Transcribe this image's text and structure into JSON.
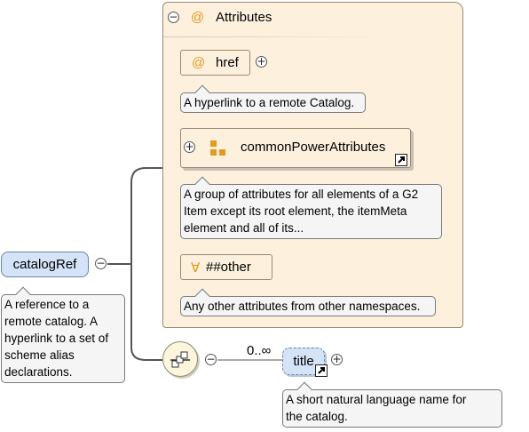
{
  "root": {
    "label": "catalogRef",
    "annotation": "A reference to a remote catalog. A hyperlink to a set of scheme alias declarations.",
    "annotation_lines": [
      "A reference to a",
      "remote catalog. A",
      "hyperlink to a set of",
      "scheme alias",
      "declarations."
    ]
  },
  "attributes": {
    "header": "Attributes",
    "href": {
      "label": "href",
      "annotation": "A hyperlink to a remote Catalog."
    },
    "commonPowerAttributes": {
      "label": "commonPowerAttributes",
      "annotation_lines": [
        "A group of attributes for all elements of a G2",
        "Item except its root element, the itemMeta",
        "element and all of its..."
      ]
    },
    "other": {
      "label": "##other",
      "prefix": "∀",
      "annotation": "Any other attributes from other namespaces."
    }
  },
  "sequence": {
    "cardinality": "0..∞",
    "child": {
      "label": "title",
      "annotation_lines": [
        "A short natural language name for",
        "the catalog."
      ]
    }
  },
  "icons": {
    "attribute_symbol": "@",
    "collapse": "−",
    "expand": "+",
    "shortcut": "↗"
  },
  "colors": {
    "attribute_fill": "#fdf1de",
    "element_fill": "#d4e3f7",
    "annotation_fill": "#f5f5f5",
    "attribute_accent": "#e39a1f"
  }
}
